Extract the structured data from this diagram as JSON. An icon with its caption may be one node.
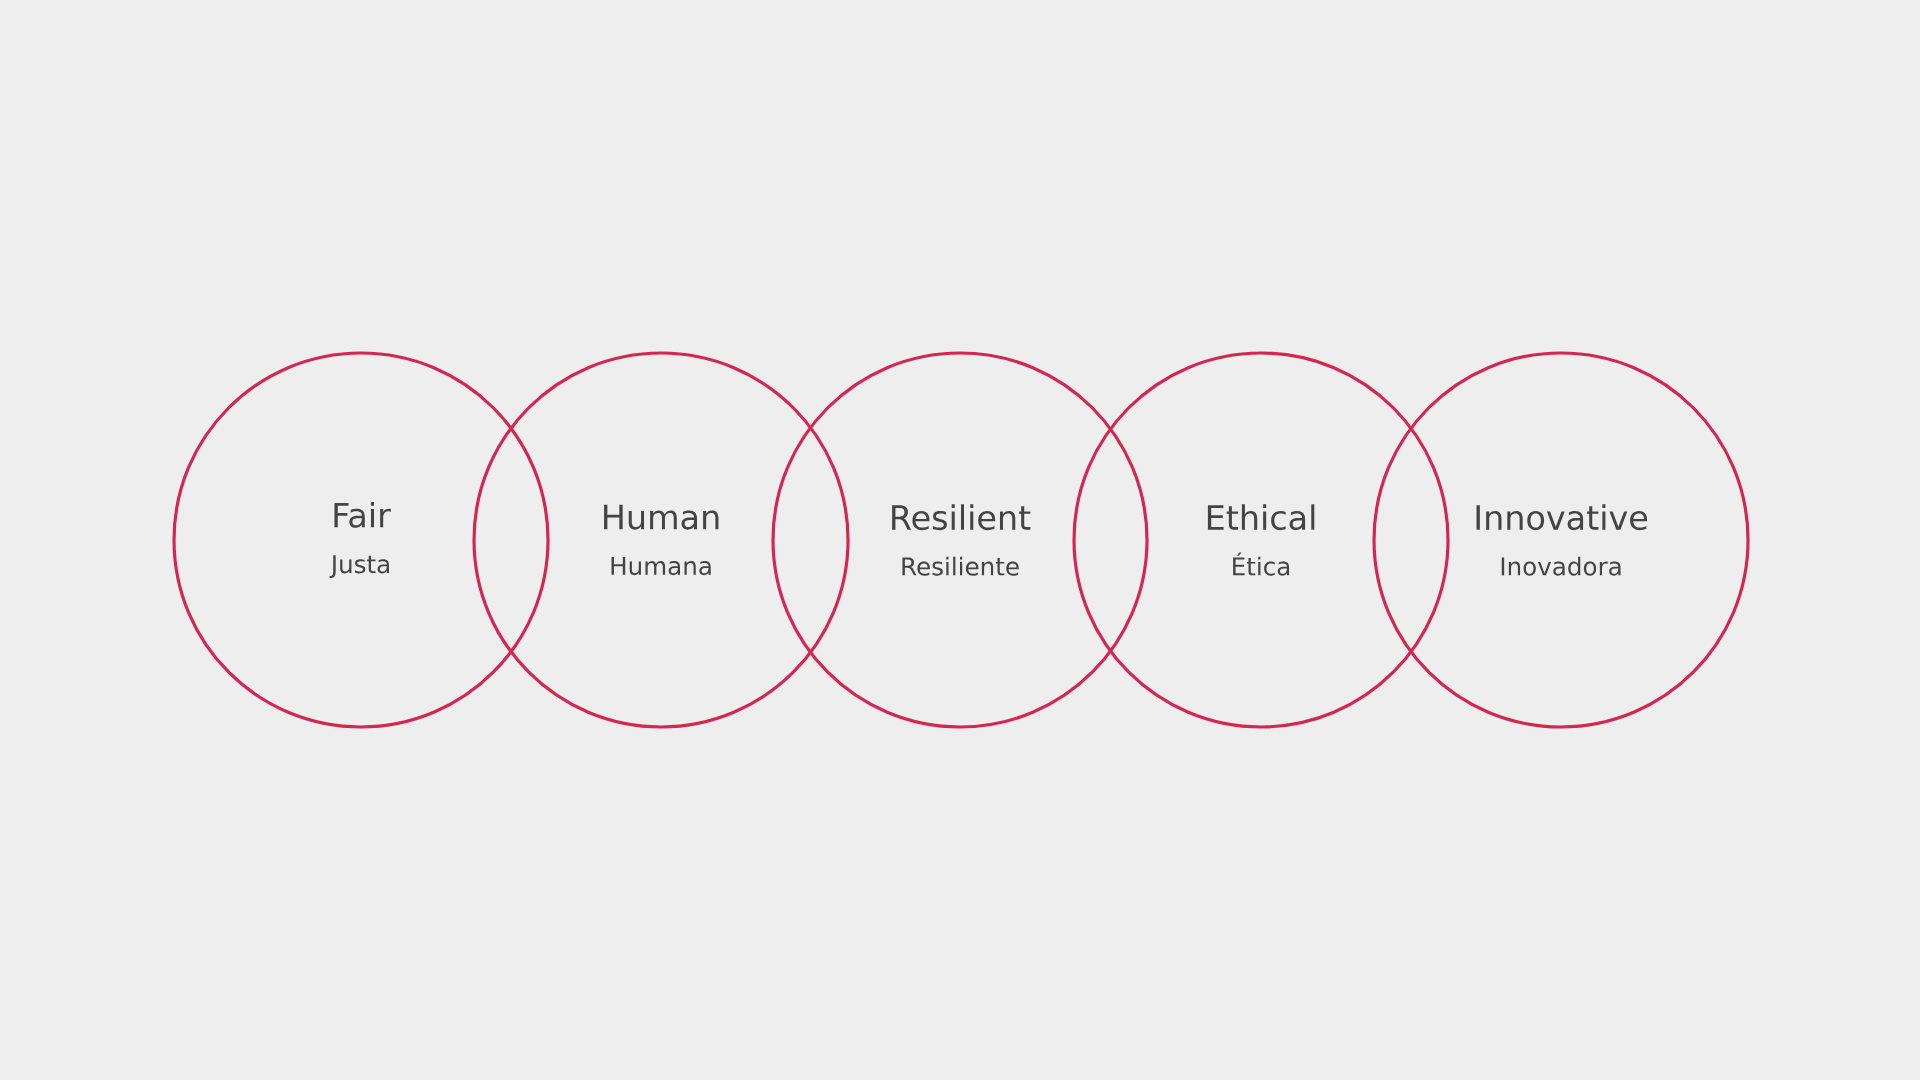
{
  "diagram": {
    "nodes": [
      {
        "text": [
          "Fair",
          "Justa"
        ]
      },
      {
        "text": [
          "Human",
          "Humana"
        ]
      },
      {
        "text": [
          "Resilient",
          "Resiliente"
        ]
      },
      {
        "text": [
          "Ethical",
          "Ética"
        ]
      },
      {
        "text": [
          "Innovative",
          "Inovadora"
        ]
      }
    ]
  }
}
